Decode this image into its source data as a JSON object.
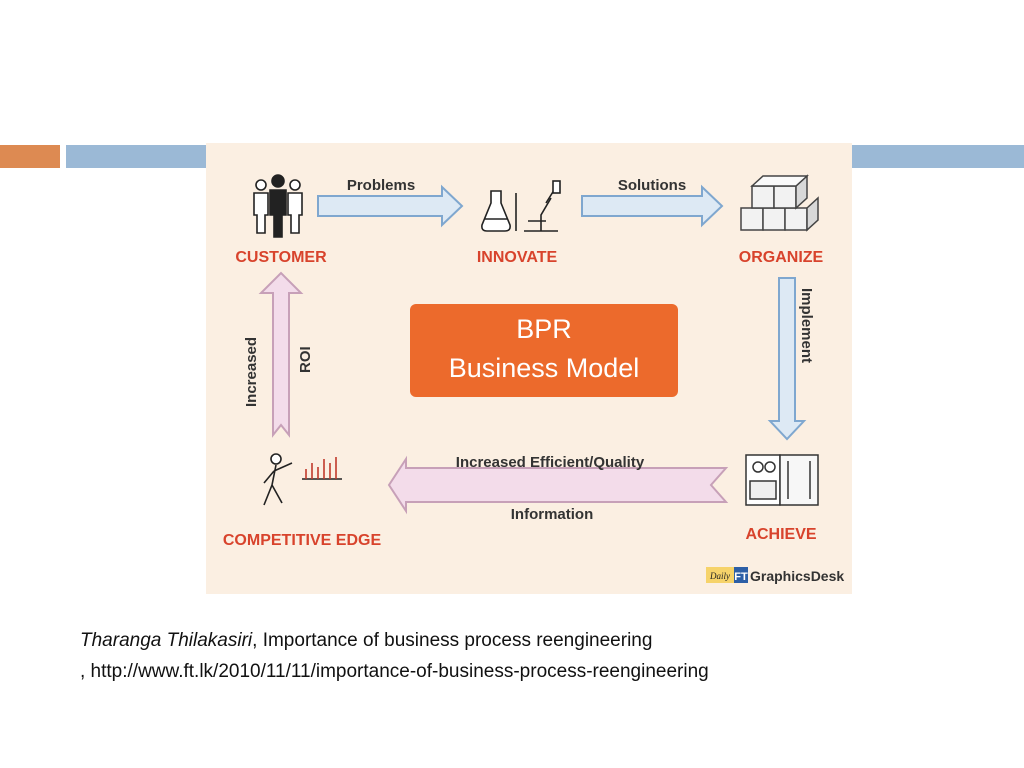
{
  "diagram": {
    "title_line1": "BPR",
    "title_line2": "Business Model",
    "nodes": {
      "customer": "CUSTOMER",
      "innovate": "INNOVATE",
      "organize": "ORGANIZE",
      "achieve": "ACHIEVE",
      "competitive_edge": "COMPETITIVE EDGE"
    },
    "arrows": {
      "problems": "Problems",
      "solutions": "Solutions",
      "implement": "Implement",
      "efficiency": "Increased Efficient/Quality",
      "information": "Information",
      "increased": "Increased",
      "roi": "ROI"
    },
    "credit_logo": "Daily FT",
    "credit": "GraphicsDesk"
  },
  "caption": {
    "author": "Tharanga Thilakasiri",
    "title": ", Importance of business process reengineering",
    "url": ", http://www.ft.lk/2010/11/11/importance-of-business-process-reengineering"
  },
  "colors": {
    "accent_orange": "#dd8a52",
    "accent_blue": "#9bb9d6",
    "label_red": "#d8432c",
    "box_orange": "#ec6a2c",
    "arrow_blue": "#dde9f4",
    "arrow_pink": "#f3dcea"
  }
}
